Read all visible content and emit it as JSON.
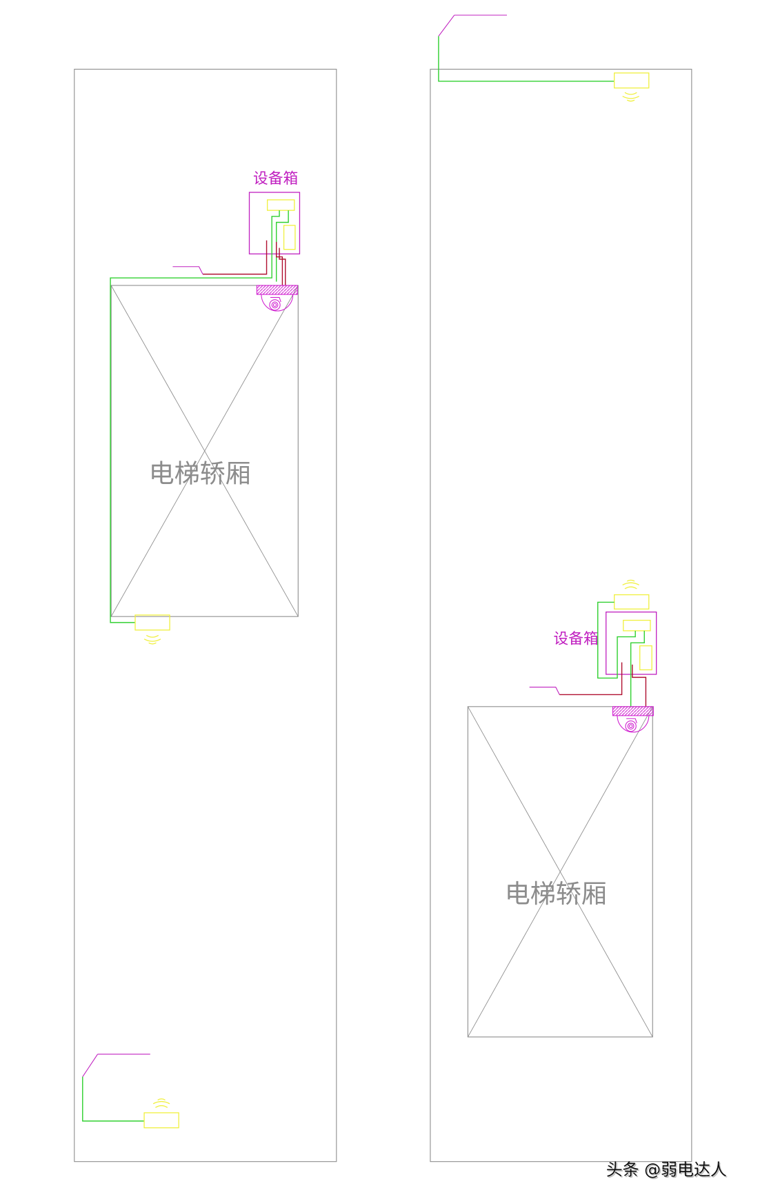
{
  "diagram": {
    "colors": {
      "outline": "#8c8c8c",
      "equipment_box": "#c020c0",
      "device": "#f0f040",
      "network_cable": "#30d030",
      "power_cable": "#b01030",
      "camera": "#d020d0"
    },
    "left_shaft": {
      "equipment_box_label": "设备箱",
      "cabin_label": "电梯轿厢",
      "icons": [
        "dome-camera-icon",
        "wifi-icon",
        "wifi-icon"
      ]
    },
    "right_shaft": {
      "equipment_box_label": "设备箱",
      "cabin_label": "电梯轿厢",
      "icons": [
        "dome-camera-icon",
        "wifi-icon",
        "wifi-icon"
      ]
    }
  },
  "watermark": "头条 @弱电达人"
}
